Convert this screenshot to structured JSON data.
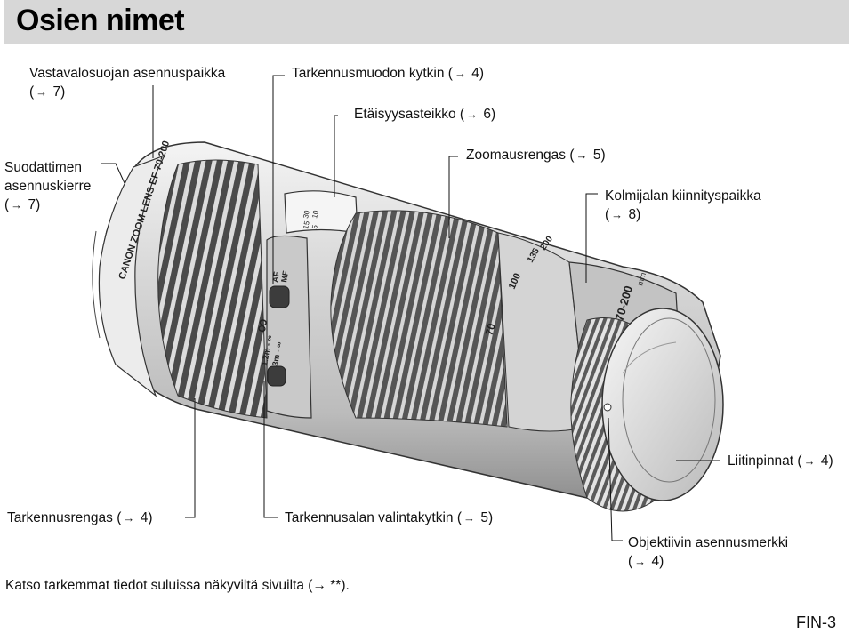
{
  "header": {
    "title": "Osien nimet"
  },
  "labels": {
    "hood_mount": {
      "text": "Vastavalosuojan asennuspaikka",
      "ref": "7"
    },
    "focus_mode_switch": {
      "text": "Tarkennusmuodon kytkin",
      "ref": "4"
    },
    "distance_scale": {
      "text": "Etäisyysasteikko",
      "ref": "6"
    },
    "filter_thread": {
      "line1": "Suodattimen",
      "line2": "asennuskierre",
      "ref": "7"
    },
    "zoom_ring": {
      "text": "Zoomausrengas",
      "ref": "5"
    },
    "tripod_mount": {
      "text": "Kolmijalan kiinnityspaikka",
      "ref": "8"
    },
    "contacts": {
      "text": "Liitinpinnat",
      "ref": "4"
    },
    "focus_ring": {
      "text": "Tarkennusrengas",
      "ref": "4"
    },
    "focus_range_switch": {
      "text": "Tarkennusalan valintakytkin",
      "ref": "5"
    },
    "mount_index": {
      "text": "Objektiivin asennusmerkki",
      "ref": "4"
    }
  },
  "arrow_glyph": "→",
  "note": "Katso tarkemmat tiedot suluissa näkyviltä sivuilta (→ **).",
  "page_number": "FIN-3",
  "lens_markings": {
    "barrel_text": "CANON ZOOM LENS EF 70-200",
    "switch_af": "AF",
    "switch_mf": "MF",
    "range_far": "3m - ∞",
    "range_near": "1.2m - ∞",
    "zoom_70": "70",
    "zoom_100": "100",
    "zoom_135": "135",
    "zoom_200": "200",
    "focal_range": "70-200",
    "mm": "mm",
    "infinity": "∞",
    "dist_15": "15",
    "dist_30": "30",
    "dist_5": "5",
    "dist_10": "10"
  }
}
